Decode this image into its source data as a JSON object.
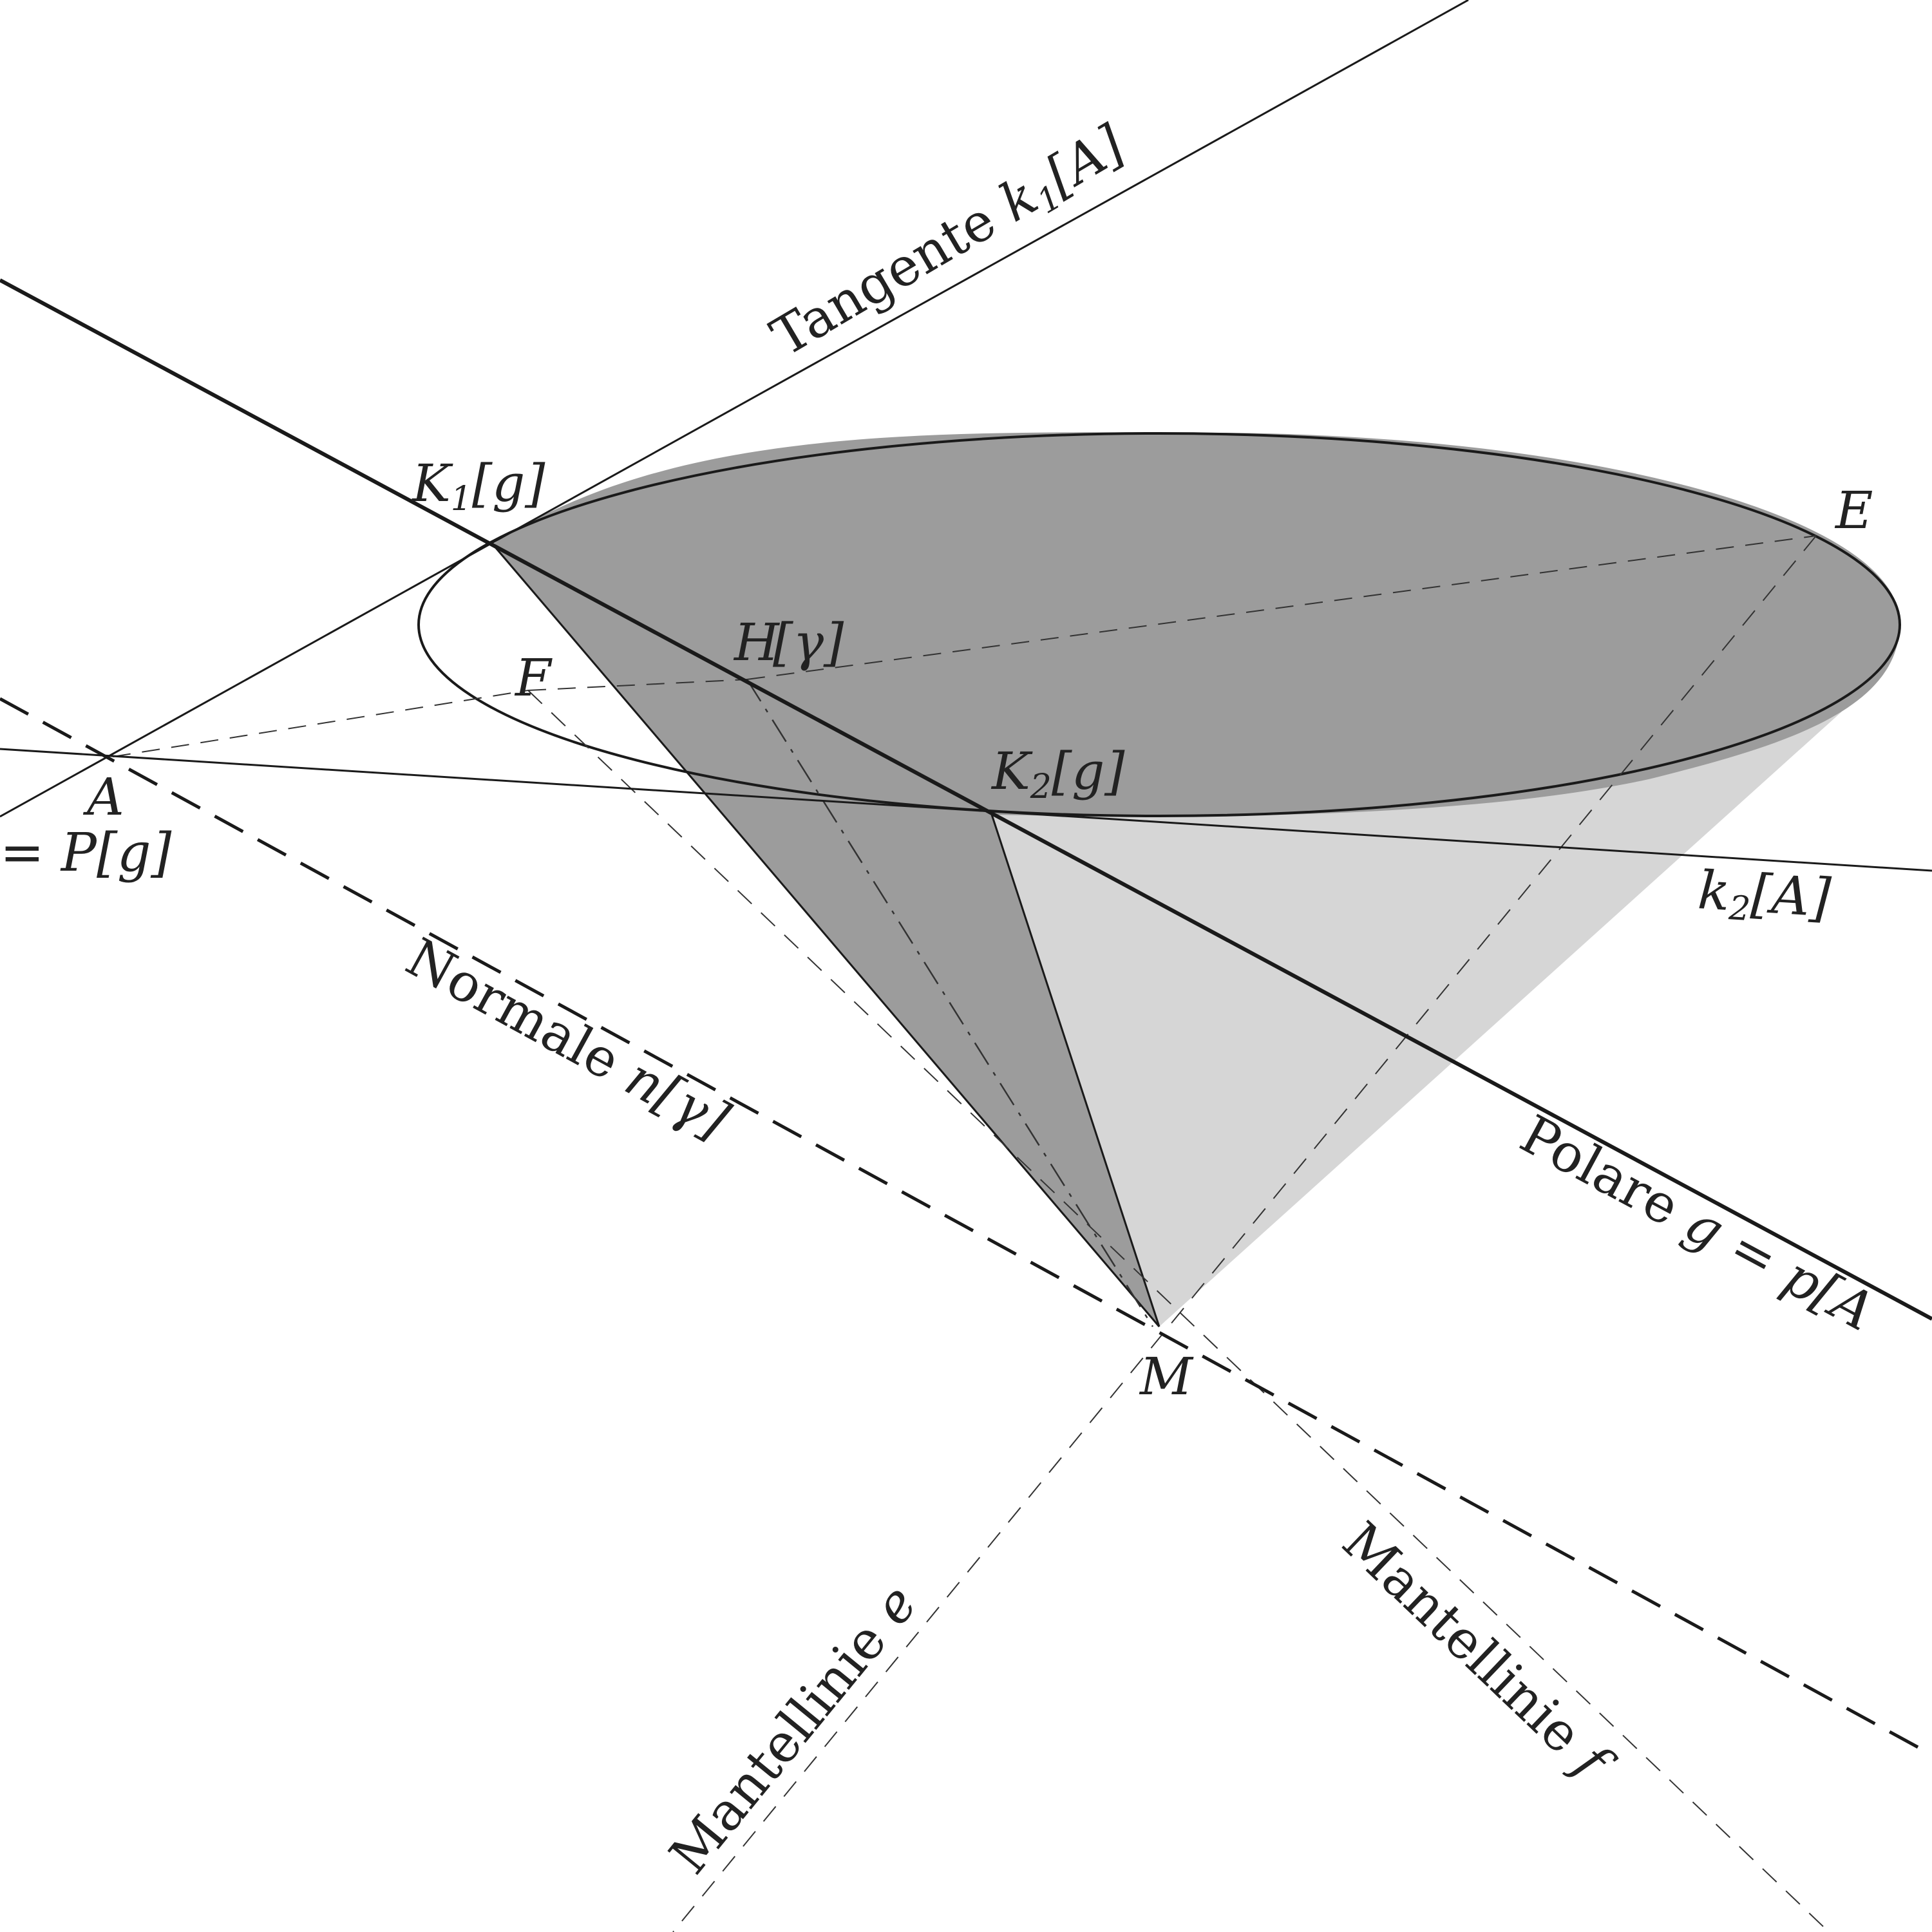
{
  "colors": {
    "cone_dark": "#9c9c9c",
    "cone_light": "#d6d6d6",
    "stroke": "#1a1a1a",
    "background": "#ffffff"
  },
  "points": {
    "K1": {
      "base": "K",
      "sub": "1",
      "arg": "[g]"
    },
    "K2": {
      "base": "K",
      "sub": "2",
      "arg": "[g]"
    },
    "H": {
      "base": "H",
      "arg": "[γ]"
    },
    "E": {
      "base": "E"
    },
    "F": {
      "base": "F"
    },
    "A": {
      "base": "A"
    },
    "M": {
      "base": "M"
    }
  },
  "lines": {
    "tangente": {
      "word": "Tangente ",
      "base": "k",
      "sub": "1",
      "arg": "[A]"
    },
    "k2": {
      "base": "k",
      "sub": "2",
      "arg": "[A]"
    },
    "pole": {
      "text": "= P[g]"
    },
    "normale": {
      "word": "Normale ",
      "base": "n",
      "arg": "[γ]"
    },
    "polare": {
      "word": "Polare ",
      "base": "g",
      "arg": " = p[A"
    },
    "mantel_e": {
      "word": "Mantellinie ",
      "base": "e"
    },
    "mantel_f": {
      "word": "Mantellinie ",
      "base": "f"
    }
  }
}
